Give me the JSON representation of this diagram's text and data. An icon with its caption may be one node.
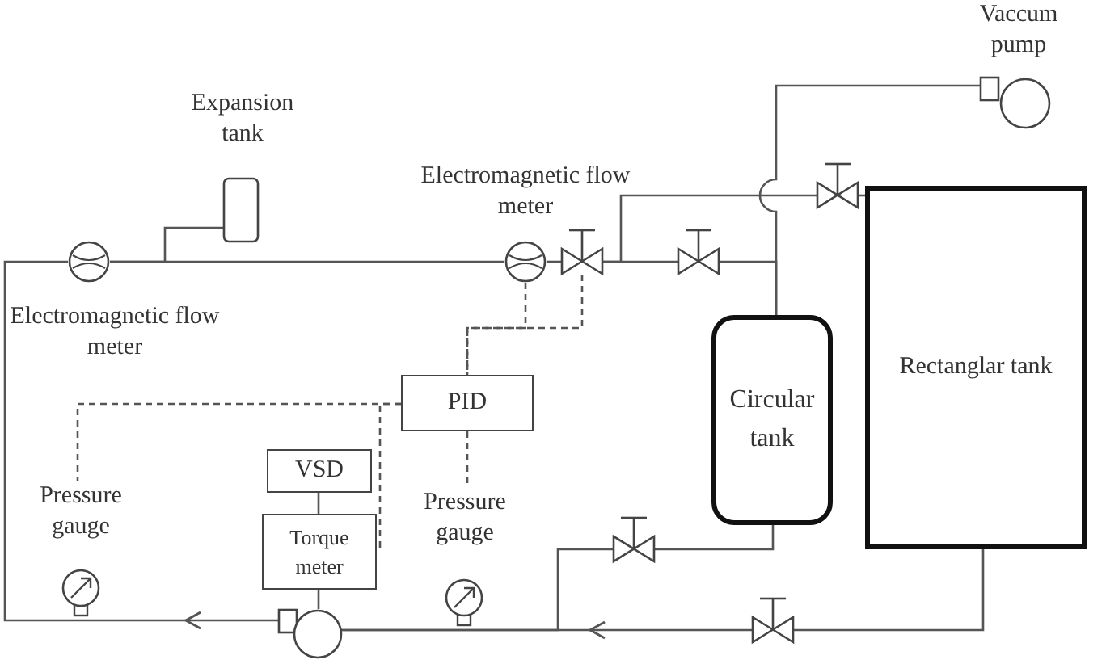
{
  "diagram": {
    "nodes": [
      {
        "text": [
          "Vaccum pump"
        ]
      },
      {
        "text": [
          "Expansion tank"
        ]
      },
      {
        "text": [
          "Electromagnetic flow meter"
        ]
      },
      {
        "text": [
          "Electromagnetic flow meter"
        ]
      },
      {
        "text": [
          "Rectanglar tank"
        ]
      },
      {
        "text": [
          "Circular tank"
        ]
      },
      {
        "text": [
          "PID"
        ]
      },
      {
        "text": [
          "VSD"
        ]
      },
      {
        "text": [
          "Torque meter"
        ]
      },
      {
        "text": [
          "Pressure gauge"
        ]
      },
      {
        "text": [
          "Pressure gauge"
        ]
      },
      {
        "text": [],
        "shape": "pump"
      },
      {
        "text": [],
        "shape": "valve"
      },
      {
        "text": [],
        "shape": "valve"
      },
      {
        "text": [],
        "shape": "valve"
      },
      {
        "text": [],
        "shape": "valve"
      },
      {
        "text": [],
        "shape": "valve"
      }
    ],
    "edges": [
      {
        "from": 11,
        "to": 2,
        "arrow": "to"
      },
      {
        "from": 2,
        "to": 1,
        "arrow": "none"
      },
      {
        "from": 2,
        "to": 3,
        "arrow": "none"
      },
      {
        "from": 3,
        "to": 12,
        "arrow": "none"
      },
      {
        "from": 12,
        "to": 13,
        "arrow": "none"
      },
      {
        "from": 13,
        "to": 5,
        "arrow": "none"
      },
      {
        "from": 12,
        "to": 14,
        "arrow": "none"
      },
      {
        "from": 14,
        "to": 4,
        "arrow": "none"
      },
      {
        "from": 0,
        "to": 5,
        "arrow": "none"
      },
      {
        "from": 5,
        "to": 15,
        "arrow": "none"
      },
      {
        "from": 15,
        "to": 11,
        "arrow": "none"
      },
      {
        "from": 4,
        "to": 16,
        "arrow": "none"
      },
      {
        "from": 16,
        "to": 11,
        "arrow": "to"
      },
      {
        "from": 3,
        "to": 6,
        "arrow": "none",
        "style": "dashed"
      },
      {
        "from": 12,
        "to": 6,
        "arrow": "none",
        "style": "dashed"
      },
      {
        "from": 6,
        "to": 9,
        "arrow": "none",
        "style": "dashed"
      },
      {
        "from": 6,
        "to": 8,
        "arrow": "none",
        "style": "dashed"
      },
      {
        "from": 6,
        "to": 10,
        "arrow": "none",
        "style": "dashed"
      },
      {
        "from": 7,
        "to": 8,
        "arrow": "none"
      },
      {
        "from": 8,
        "to": 11,
        "arrow": "none"
      }
    ]
  }
}
